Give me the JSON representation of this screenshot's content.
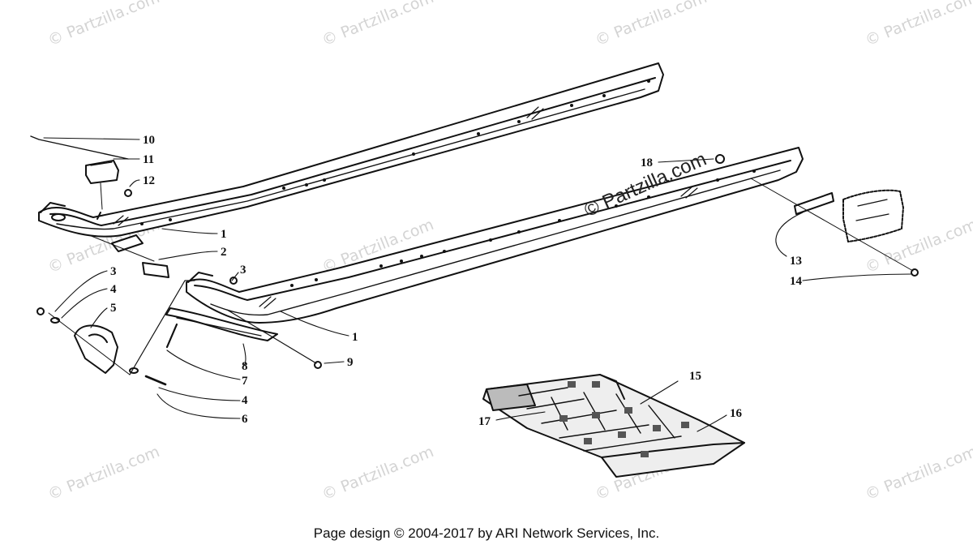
{
  "watermark": {
    "text": "© Partzilla.com",
    "center_text": "© Partzilla.com"
  },
  "callouts": {
    "c1a": "1",
    "c1b": "1",
    "c2": "2",
    "c3a": "3",
    "c3b": "3",
    "c4a": "4",
    "c4b": "4",
    "c5": "5",
    "c6": "6",
    "c7": "7",
    "c8": "8",
    "c9": "9",
    "c10": "10",
    "c11": "11",
    "c12": "12",
    "c13": "13",
    "c14": "14",
    "c15": "15",
    "c16": "16",
    "c17": "17",
    "c18": "18"
  },
  "footer": {
    "text": "Page design © 2004-2017 by ARI Network Services, Inc."
  }
}
